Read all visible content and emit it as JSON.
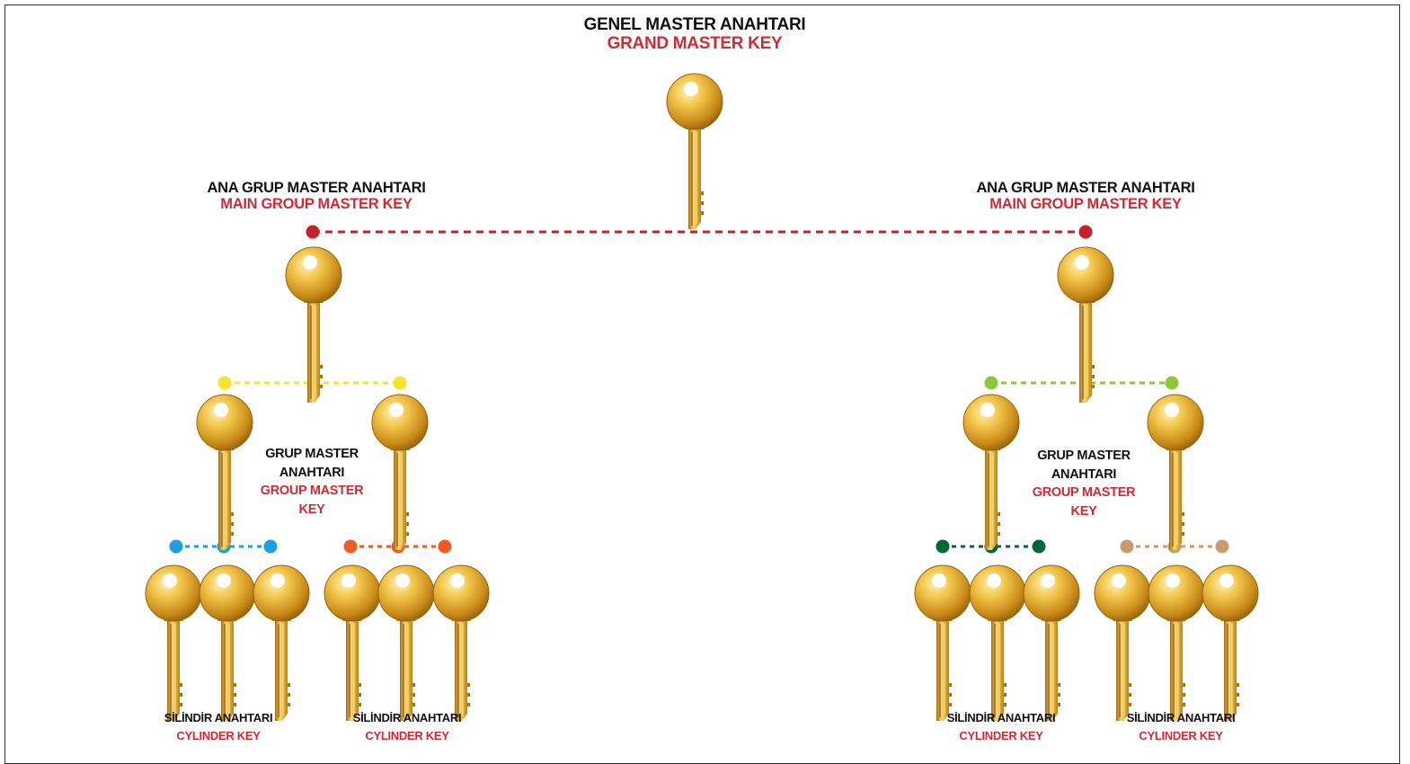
{
  "grand_master": {
    "tr": "GENEL MASTER ANAHTARI",
    "en": "GRAND MASTER KEY"
  },
  "main_group_left": {
    "tr": "ANA GRUP MASTER ANAHTARI",
    "en": "MAIN GROUP MASTER KEY"
  },
  "main_group_right": {
    "tr": "ANA GRUP MASTER ANAHTARI",
    "en": "MAIN GROUP MASTER KEY"
  },
  "group_left": {
    "tr1": "GRUP MASTER",
    "tr2": "ANAHTARI",
    "en1": "GROUP MASTER",
    "en2": "KEY"
  },
  "group_right": {
    "tr1": "GRUP MASTER",
    "tr2": "ANAHTARI",
    "en1": "GROUP MASTER",
    "en2": "KEY"
  },
  "cylinders": [
    {
      "tr": "SİLİNDİR ANAHTARI",
      "en": "CYLINDER KEY"
    },
    {
      "tr": "SİLİNDİR ANAHTARI",
      "en": "CYLINDER KEY"
    },
    {
      "tr": "SİLİNDİR ANAHTARI",
      "en": "CYLINDER KEY"
    },
    {
      "tr": "SİLİNDİR ANAHTARI",
      "en": "CYLINDER KEY"
    }
  ],
  "colors": {
    "main_connector": "#c8202b",
    "group_left_connector": "#f5e32c",
    "group_right_connector": "#8dc63f",
    "cyl_1_connector": "#1aa0e0",
    "cyl_2_connector": "#f15a24",
    "cyl_3_connector": "#006837",
    "cyl_4_connector": "#c69c6d",
    "label_en": "#cf2b33",
    "label_tr": "#111111",
    "key_gold": "#e0a82e"
  }
}
